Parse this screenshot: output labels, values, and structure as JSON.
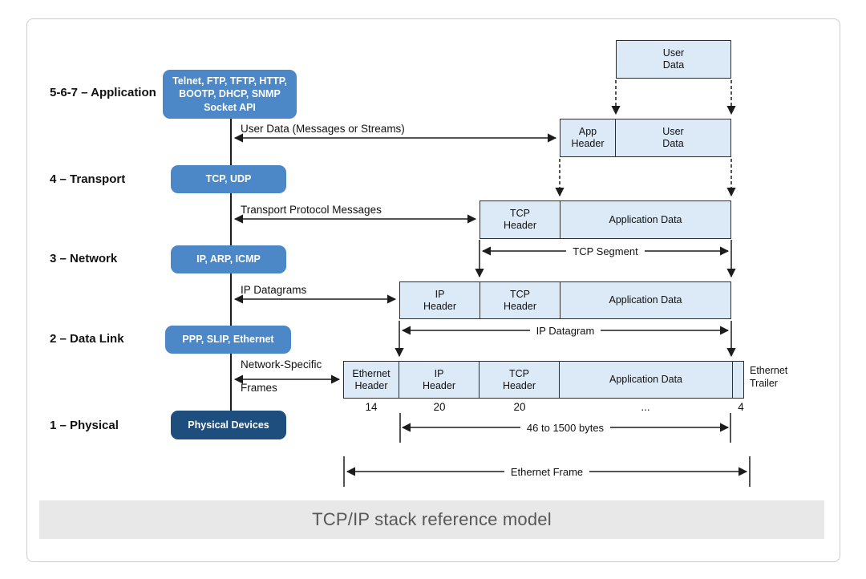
{
  "caption": "TCP/IP stack reference model",
  "colors": {
    "protocol_box": "#4c87c7",
    "physical_box": "#1e4e7e",
    "cell_fill": "#dce9f7",
    "cell_border": "#2d2d2d",
    "line": "#1c1c1c",
    "caption_bg": "#e8e8e8",
    "caption_text": "#575757",
    "card_border": "#c9cecd"
  },
  "layers": [
    {
      "label": "5-6-7 – Application",
      "protocols": "Telnet, FTP, TFTP, HTTP,\nBOOTP, DHCP, SNMP\nSocket API"
    },
    {
      "label": "4 – Transport",
      "protocols": "TCP, UDP"
    },
    {
      "label": "3 – Network",
      "protocols": "IP, ARP, ICMP"
    },
    {
      "label": "2 – Data Link",
      "protocols": "PPP, SLIP, Ethernet"
    },
    {
      "label": "1 – Physical",
      "protocols": "Physical Devices"
    }
  ],
  "flow_arrows": [
    {
      "label_lines": [
        "User Data (Messages or Streams)"
      ]
    },
    {
      "label_lines": [
        "Transport Protocol Messages"
      ]
    },
    {
      "label_lines": [
        "IP Datagrams"
      ]
    },
    {
      "label_lines": [
        "Network-Specific",
        "Frames"
      ]
    }
  ],
  "encapsulation": {
    "rows": [
      {
        "cells": [
          {
            "label": "User\nData"
          }
        ]
      },
      {
        "cells": [
          {
            "label": "App\nHeader"
          },
          {
            "label": "User\nData"
          }
        ]
      },
      {
        "cells": [
          {
            "label": "TCP\nHeader"
          },
          {
            "label": "Application Data"
          }
        ],
        "dimension": "TCP Segment"
      },
      {
        "cells": [
          {
            "label": "IP\nHeader"
          },
          {
            "label": "TCP\nHeader"
          },
          {
            "label": "Application Data"
          }
        ],
        "dimension": "IP Datagram"
      },
      {
        "cells": [
          {
            "label": "Ethernet\nHeader"
          },
          {
            "label": "IP\nHeader"
          },
          {
            "label": "TCP\nHeader"
          },
          {
            "label": "Application Data"
          },
          {
            "label": ""
          }
        ],
        "trailer_label": "Ethernet\nTrailer"
      }
    ],
    "byte_sizes": [
      "14",
      "20",
      "20",
      "...",
      "4"
    ],
    "payload_dimension": "46 to 1500 bytes",
    "frame_dimension": "Ethernet Frame"
  }
}
